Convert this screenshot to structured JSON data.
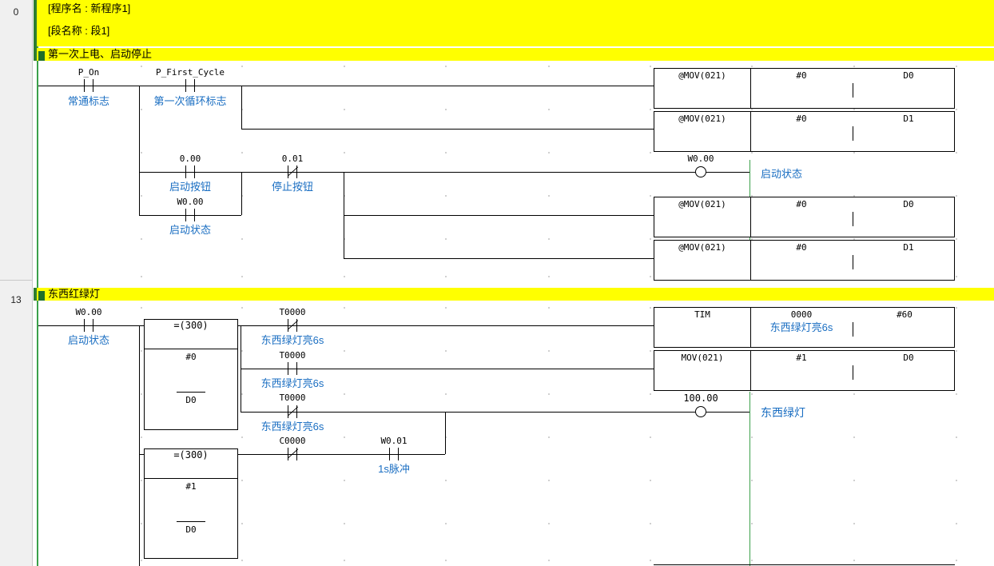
{
  "rungs": [
    {
      "number": "0"
    },
    {
      "number": "13"
    }
  ],
  "headers": {
    "program_name": "[程序名 : 新程序1]",
    "section_name": "[段名称 : 段1]",
    "rung0_comment": "第一次上电、启动停止",
    "rung13_comment": "东西红绿灯"
  },
  "contacts": {
    "p_on": {
      "addr": "P_On",
      "comment": "常通标志"
    },
    "p_first": {
      "addr": "P_First_Cycle",
      "comment": "第一次循环标志"
    },
    "start_btn": {
      "addr": "0.00",
      "comment": "启动按钮"
    },
    "stop_btn": {
      "addr": "0.01",
      "comment": "停止按钮"
    },
    "w000_seal": {
      "addr": "W0.00",
      "comment": "启动状态"
    },
    "w000_r13": {
      "addr": "W0.00",
      "comment": "启动状态"
    },
    "t0000_a": {
      "addr": "T0000",
      "comment": "东西绿灯亮6s"
    },
    "t0000_b": {
      "addr": "T0000",
      "comment": "东西绿灯亮6s"
    },
    "t0000_c": {
      "addr": "T0000",
      "comment": "东西绿灯亮6s"
    },
    "c0000": {
      "addr": "C0000"
    },
    "w001": {
      "addr": "W0.01",
      "comment": "1s脉冲"
    }
  },
  "coils": {
    "w000": {
      "addr": "W0.00",
      "comment": "启动状态"
    },
    "o100": {
      "addr": "100.00",
      "comment": "东西绿灯"
    }
  },
  "instructions": [
    {
      "op": "@MOV(021)",
      "a": "#0",
      "b": "D0"
    },
    {
      "op": "@MOV(021)",
      "a": "#0",
      "b": "D1"
    },
    {
      "op": "@MOV(021)",
      "a": "#0",
      "b": "D0"
    },
    {
      "op": "@MOV(021)",
      "a": "#0",
      "b": "D1"
    },
    {
      "op": "TIM",
      "a": "0000",
      "a_comment": "东西绿灯亮6s",
      "b": "#60"
    },
    {
      "op": "MOV(021)",
      "a": "#1",
      "b": "D0"
    }
  ],
  "compares": [
    {
      "op": "=(300)",
      "a": "#0",
      "b": "D0"
    },
    {
      "op": "=(300)",
      "a": "#1",
      "b": "D0"
    }
  ]
}
